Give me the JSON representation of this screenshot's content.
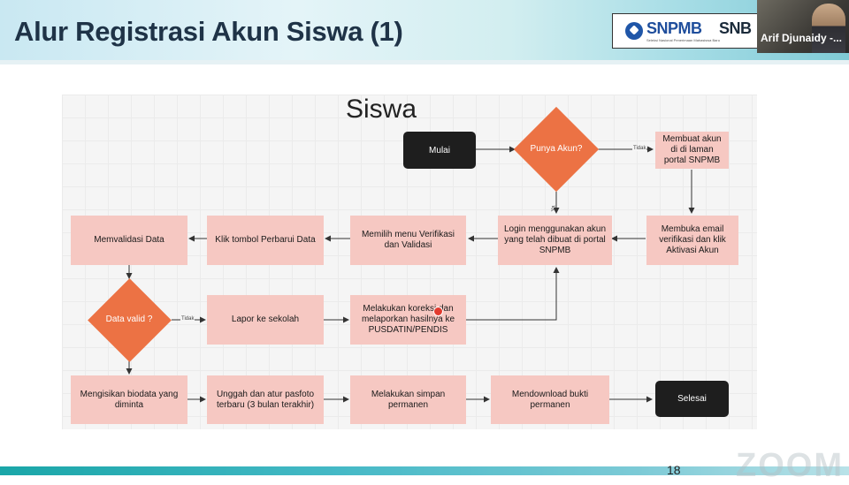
{
  "slide": {
    "title": "Alur Registrasi Akun Siswa (1)",
    "page_number": "18"
  },
  "logos": {
    "snpmb": "SNPMB",
    "snpmb_sub": "Seleksi Nasional Penerimaan Mahasiswa Baru",
    "snbt_partial": "SNB",
    "snbt_sub": ""
  },
  "video": {
    "participant_name": "Arif Djunaidy -..."
  },
  "watermark": "ZOOM",
  "diagram": {
    "title": "Siswa",
    "nodes": {
      "mulai": "Mulai",
      "punya_akun": "Punya Akun?",
      "membuat_akun": "Membuat akun di di laman portal SNPMB",
      "membuka_email": "Membuka email verifikasi dan klik Aktivasi Akun",
      "login": "Login menggunakan akun yang telah dibuat di portal SNPMB",
      "memilih_menu": "Memilih menu Verifikasi dan Validasi",
      "klik_perbarui": "Klik tombol Perbarui Data",
      "memvalidasi": "Memvalidasi Data",
      "data_valid": "Data valid ?",
      "lapor_sekolah": "Lapor ke sekolah",
      "melakukan_koreksi": "Melakukan koreksi dan melaporkan hasilnya ke PUSDATIN/PENDIS",
      "mengisikan": "Mengisikan biodata yang diminta",
      "unggah": "Unggah dan atur pasfoto terbaru (3 bulan terakhir)",
      "simpan": "Melakukan simpan permanen",
      "mendownload": "Mendownload bukti permanen",
      "selesai": "Selesai"
    },
    "edge_labels": {
      "tidak_akun": "Tidak",
      "ya_akun": "Ya",
      "tidak_valid": "Tidak"
    }
  },
  "colors": {
    "process_fill": "#f6c8c2",
    "decision_fill": "#ec7244",
    "terminal_fill": "#1e1e1e",
    "title_color": "#1f3347"
  }
}
